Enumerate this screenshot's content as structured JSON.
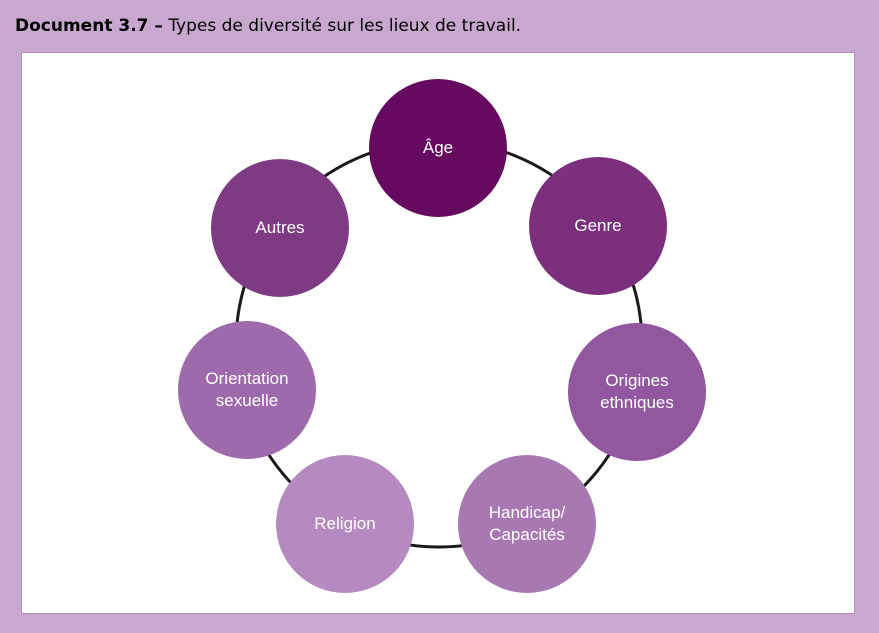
{
  "caption": {
    "label": "Document 3.7 –",
    "text": "Types de diversité sur les lieux de travail."
  },
  "diagram": {
    "type": "cycle",
    "nodes": [
      {
        "id": "age",
        "label": "Âge",
        "color": "#660a5f"
      },
      {
        "id": "genre",
        "label": "Genre",
        "color": "#7b2f7c"
      },
      {
        "id": "origines",
        "label": "Origines\nethniques",
        "color": "#9158a0"
      },
      {
        "id": "handicap",
        "label": "Handicap/\nCapacités",
        "color": "#a878b3"
      },
      {
        "id": "religion",
        "label": "Religion",
        "color": "#b48ac0"
      },
      {
        "id": "orientation",
        "label": "Orientation\nsexuelle",
        "color": "#9e6aab"
      },
      {
        "id": "autres",
        "label": "Autres",
        "color": "#7f3a84"
      }
    ]
  }
}
